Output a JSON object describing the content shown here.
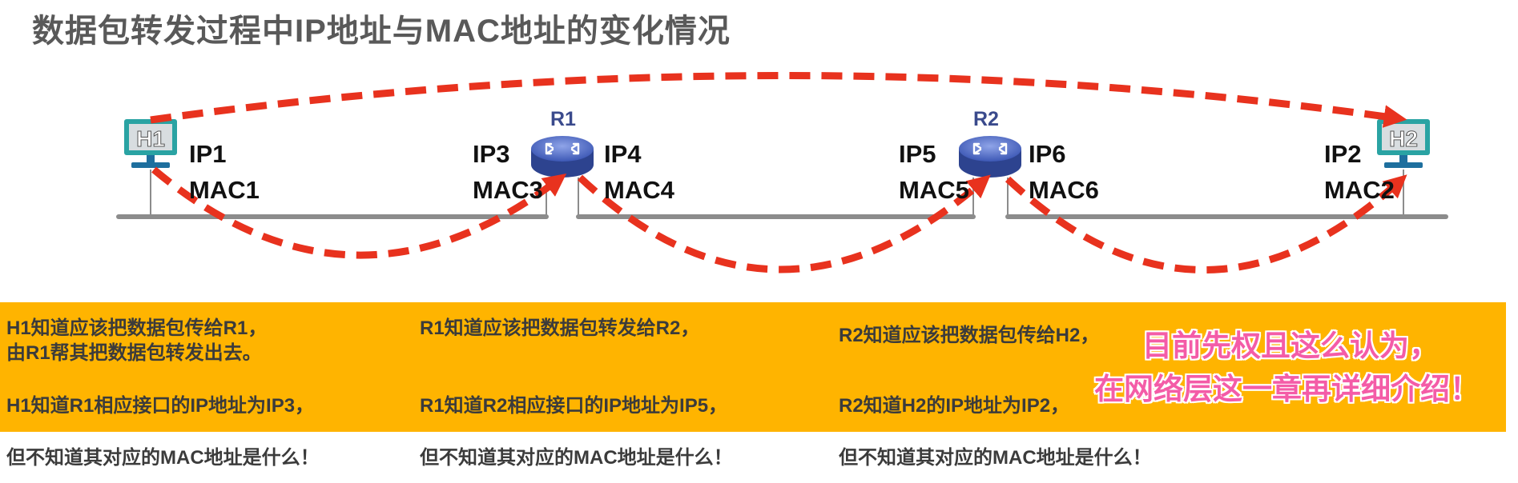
{
  "title": "数据包转发过程中IP地址与MAC地址的变化情况",
  "hosts": [
    {
      "name": "H1",
      "ip": "IP1",
      "mac": "MAC1"
    },
    {
      "name": "H2",
      "ip": "IP2",
      "mac": "MAC2"
    }
  ],
  "routers": [
    {
      "name": "R1",
      "left_ip": "IP3",
      "left_mac": "MAC3",
      "right_ip": "IP4",
      "right_mac": "MAC4"
    },
    {
      "name": "R2",
      "left_ip": "IP5",
      "left_mac": "MAC5",
      "right_ip": "IP6",
      "right_mac": "MAC6"
    }
  ],
  "colors": {
    "arrow": "#e8321e",
    "panel": "#ffb400",
    "monitor": "#2aa3a3",
    "router": "#3d58b5",
    "note": "#f45ca7"
  },
  "columns": [
    {
      "line1": "H1知道应该把数据包传给R1，",
      "line2": "由R1帮其把数据包转发出去。",
      "line3": "H1知道R1相应接口的IP地址为IP3，",
      "line4": "但不知道其对应的MAC地址是什么！"
    },
    {
      "line1": "R1知道应该把数据包转发给R2，",
      "line3": "R1知道R2相应接口的IP地址为IP5，",
      "line4": "但不知道其对应的MAC地址是什么！"
    },
    {
      "line1": "R2知道应该把数据包传给H2，",
      "line3": "R2知道H2的IP地址为IP2，",
      "line4": "但不知道其对应的MAC地址是什么！"
    }
  ],
  "note": {
    "line1": "目前先权且这么认为，",
    "line2": "在网络层这一章再详细介绍！"
  }
}
